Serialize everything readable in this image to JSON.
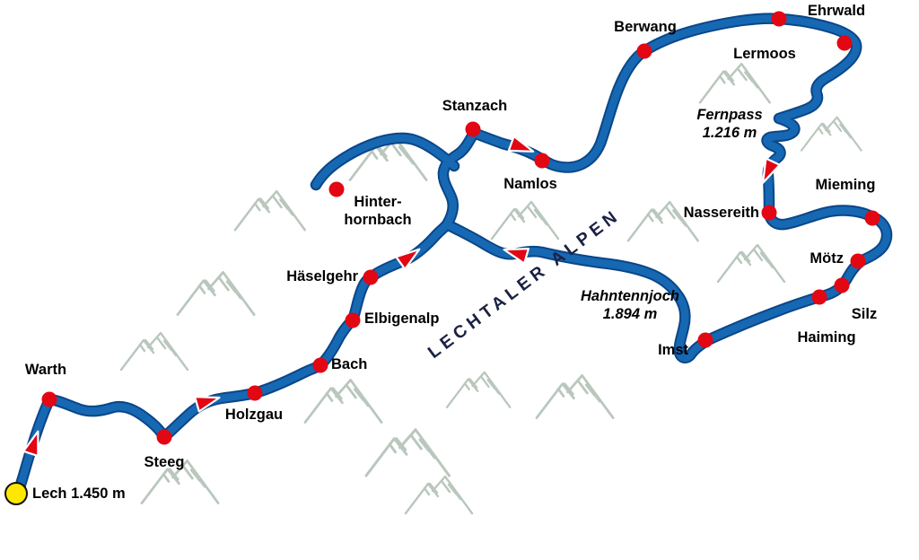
{
  "region_label": "LECHTALER ALPEN",
  "start": {
    "label": "Lech 1.450 m"
  },
  "markers": [
    {
      "label": "Warth"
    },
    {
      "label": "Steeg"
    },
    {
      "label": "Holzgau"
    },
    {
      "label": "Bach"
    },
    {
      "label": "Elbigenalp"
    },
    {
      "label": "Häselgehr"
    },
    {
      "label": "Hinter-\nhornbach"
    },
    {
      "label": "Stanzach"
    },
    {
      "label": "Namlos"
    },
    {
      "label": "Berwang"
    },
    {
      "label": "Lermoos"
    },
    {
      "label": "Ehrwald"
    },
    {
      "label": "Nassereith"
    },
    {
      "label": "Mieming"
    },
    {
      "label": "Mötz"
    },
    {
      "label": "Silz"
    },
    {
      "label": "Haiming"
    },
    {
      "label": "Imst"
    }
  ],
  "passes": [
    {
      "label": "Fernpass\n1.216 m"
    },
    {
      "label": "Hahntennjoch\n1.894 m"
    }
  ],
  "colors": {
    "route_blue": "#1668b3",
    "route_outline": "#0a4688",
    "town_red": "#e30613",
    "start_yellow": "#ffe800",
    "mountain_gray": "#b9c7bd",
    "region_text": "#1b2142"
  }
}
